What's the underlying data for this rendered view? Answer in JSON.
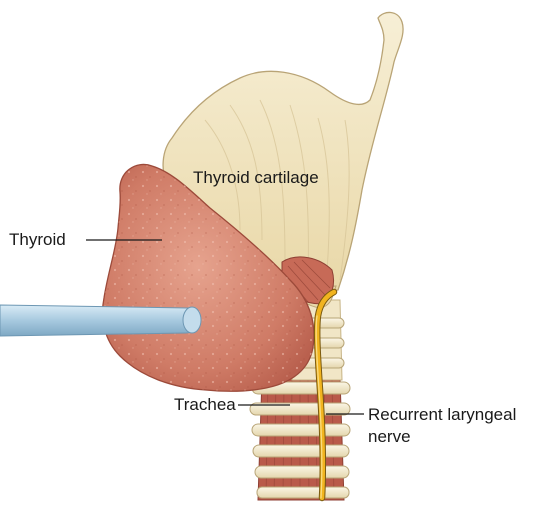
{
  "labels": {
    "thyroid_cartilage": "Thyroid cartilage",
    "thyroid": "Thyroid",
    "trachea": "Trachea",
    "recurrent_laryngeal_nerve_line1": "Recurrent laryngeal",
    "recurrent_laryngeal_nerve_line2": "nerve"
  },
  "colors": {
    "cartilage": "#f3e7c4",
    "thyroid": "#cf7f6a",
    "trachea_ring": "#f6efd8",
    "trachea_muscle": "#b95a4a",
    "nerve": "#f1b41f",
    "retractor": "#a9cbe0"
  }
}
